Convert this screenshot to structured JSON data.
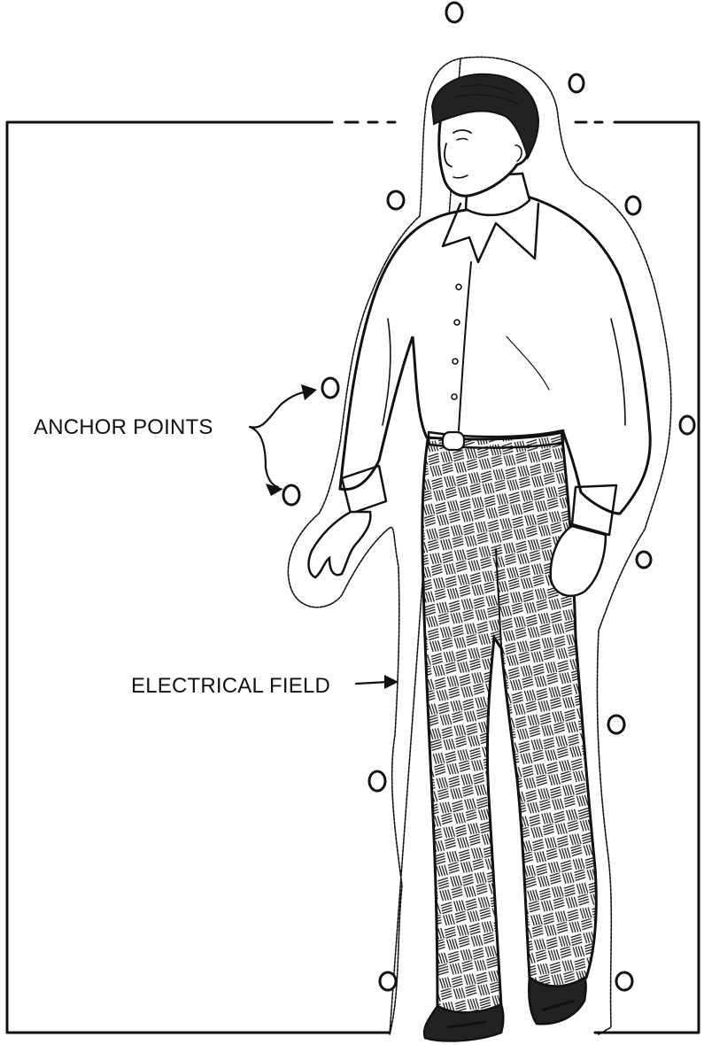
{
  "labels": {
    "anchor_points": "ANCHOR POINTS",
    "electrical_field": "ELECTRICAL FIELD"
  },
  "colors": {
    "ink": "#111111",
    "paper": "#ffffff"
  },
  "icons": {
    "anchor_point": "small-circle",
    "figure": "standing-man-illustration",
    "field": "wavy-outline"
  }
}
